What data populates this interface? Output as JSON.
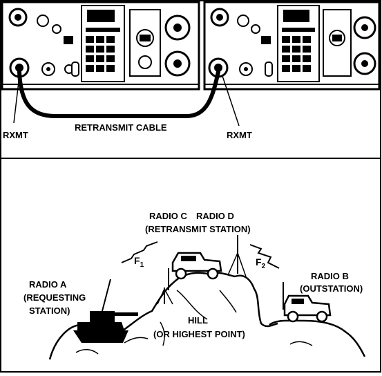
{
  "top_panel": {
    "left_connector_label": "RXMT",
    "cable_label": "RETRANSMIT CABLE",
    "right_connector_label": "RXMT"
  },
  "bottom_panel": {
    "radio_a": {
      "line1": "RADIO A",
      "line2": "(REQUESTING",
      "line3": "STATION)"
    },
    "radio_c": {
      "line1": "RADIO C"
    },
    "radio_d": {
      "line1": "RADIO D"
    },
    "retransmit_station": "(RETRANSMIT STATION)",
    "radio_b": {
      "line1": "RADIO B",
      "line2": "(OUTSTATION)"
    },
    "hill": {
      "line1": "HILL",
      "line2": "(OR HIGHEST POINT)"
    },
    "link_f1": {
      "letter": "F",
      "sub": "1"
    },
    "link_f2": {
      "letter": "F",
      "sub": "2"
    }
  }
}
